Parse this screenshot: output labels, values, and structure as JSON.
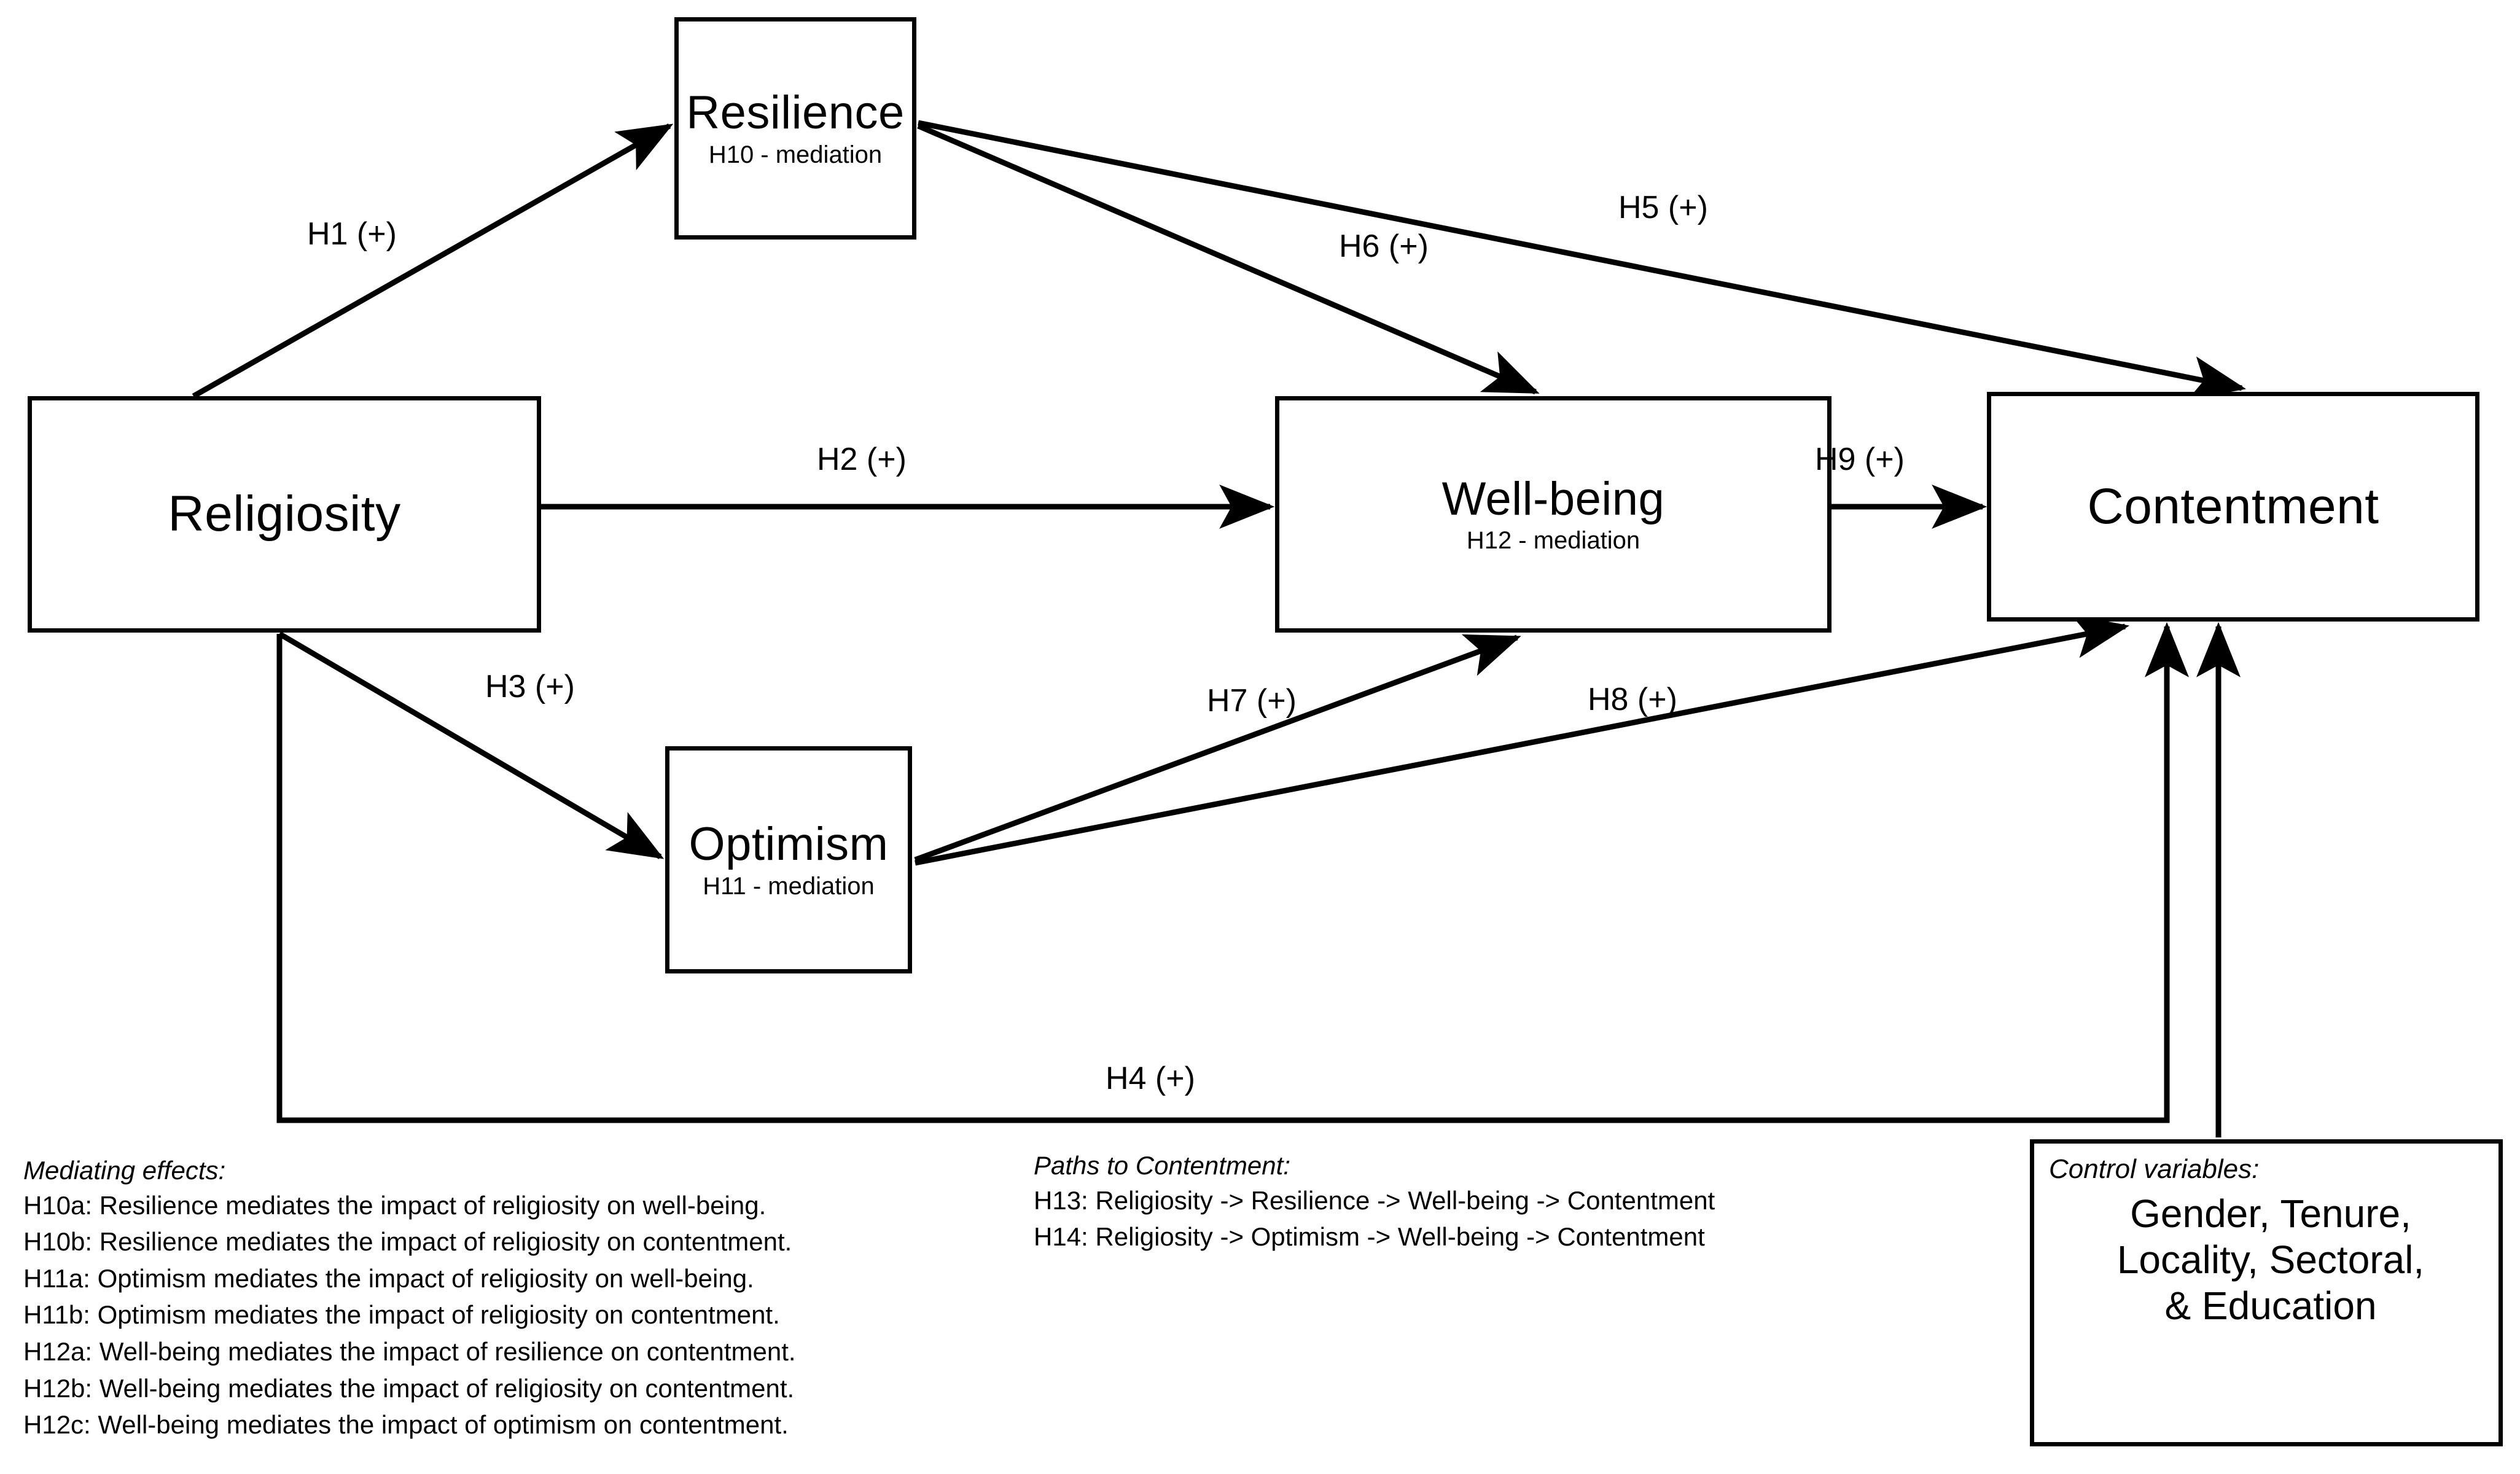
{
  "diagram": {
    "title": "Conceptual research model: religiosity, resilience, optimism, well-being and contentment",
    "nodes": [
      {
        "id": "resilience",
        "label": "Resilience",
        "sublabel": "H10 - mediation"
      },
      {
        "id": "religiosity",
        "label": "Religiosity",
        "sublabel": ""
      },
      {
        "id": "wellbeing",
        "label": "Well-being",
        "sublabel": "H12 - mediation"
      },
      {
        "id": "contentment",
        "label": "Contentment",
        "sublabel": ""
      },
      {
        "id": "optimism",
        "label": "Optimism",
        "sublabel": "H11 - mediation"
      }
    ],
    "paths": [
      {
        "id": "h1",
        "label": "H1 (+)",
        "from": "religiosity",
        "to": "resilience"
      },
      {
        "id": "h2",
        "label": "H2 (+)",
        "from": "religiosity",
        "to": "wellbeing"
      },
      {
        "id": "h3",
        "label": "H3 (+)",
        "from": "religiosity",
        "to": "optimism"
      },
      {
        "id": "h4",
        "label": "H4 (+)",
        "from": "religiosity",
        "to": "contentment"
      },
      {
        "id": "h5",
        "label": "H5 (+)",
        "from": "resilience",
        "to": "contentment"
      },
      {
        "id": "h6",
        "label": "H6 (+)",
        "from": "resilience",
        "to": "wellbeing"
      },
      {
        "id": "h7",
        "label": "H7 (+)",
        "from": "optimism",
        "to": "wellbeing"
      },
      {
        "id": "h8",
        "label": "H8 (+)",
        "from": "optimism",
        "to": "contentment"
      },
      {
        "id": "h9",
        "label": "H9 (+)",
        "from": "wellbeing",
        "to": "contentment"
      }
    ],
    "mediating_effects": {
      "heading": "Mediating effects:",
      "items": [
        "H10a: Resilience mediates the impact of religiosity on well-being.",
        "H10b: Resilience mediates the impact of religiosity on contentment.",
        "H11a: Optimism mediates the impact of religiosity on well-being.",
        "H11b: Optimism mediates the impact of religiosity on contentment.",
        "H12a: Well-being mediates the impact of resilience on contentment.",
        "H12b: Well-being mediates the impact of religiosity on contentment.",
        "H12c: Well-being mediates the impact of optimism on contentment."
      ]
    },
    "paths_to_contentment": {
      "heading": "Paths to Contentment:",
      "items": [
        "H13: Religiosity -> Resilience -> Well-being -> Contentment",
        "H14: Religiosity -> Optimism -> Well-being -> Contentment"
      ]
    },
    "control_variables": {
      "heading": "Control variables:",
      "line1": "Gender, Tenure,",
      "line2": "Locality, Sectoral,",
      "line3": "& Education"
    },
    "colors": {
      "stroke": "#000000",
      "fill": "#ffffff",
      "text": "#000000"
    }
  }
}
